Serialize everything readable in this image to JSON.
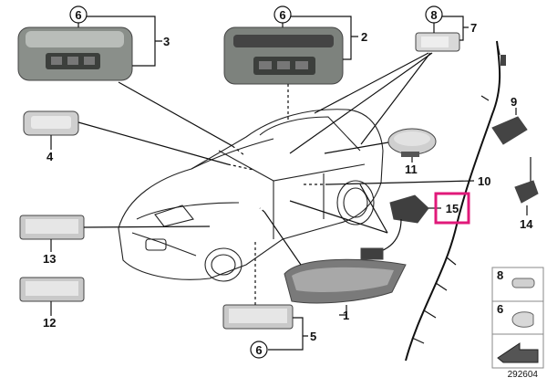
{
  "labels": {
    "p1": "1",
    "p2": "2",
    "p3": "3",
    "p4": "4",
    "p5": "5",
    "p6a": "6",
    "p6b": "6",
    "p6c": "6",
    "p7": "7",
    "p8": "8",
    "p9": "9",
    "p10": "10",
    "p11": "11",
    "p12": "12",
    "p13": "13",
    "p14": "14",
    "p15": "15"
  },
  "legend": {
    "item1_num": "8",
    "item2_num": "6"
  },
  "diagram_id": "292604",
  "colors": {
    "highlight": "#e0197a",
    "part_fill": "#cfcfcf",
    "part_dark": "#555555"
  }
}
